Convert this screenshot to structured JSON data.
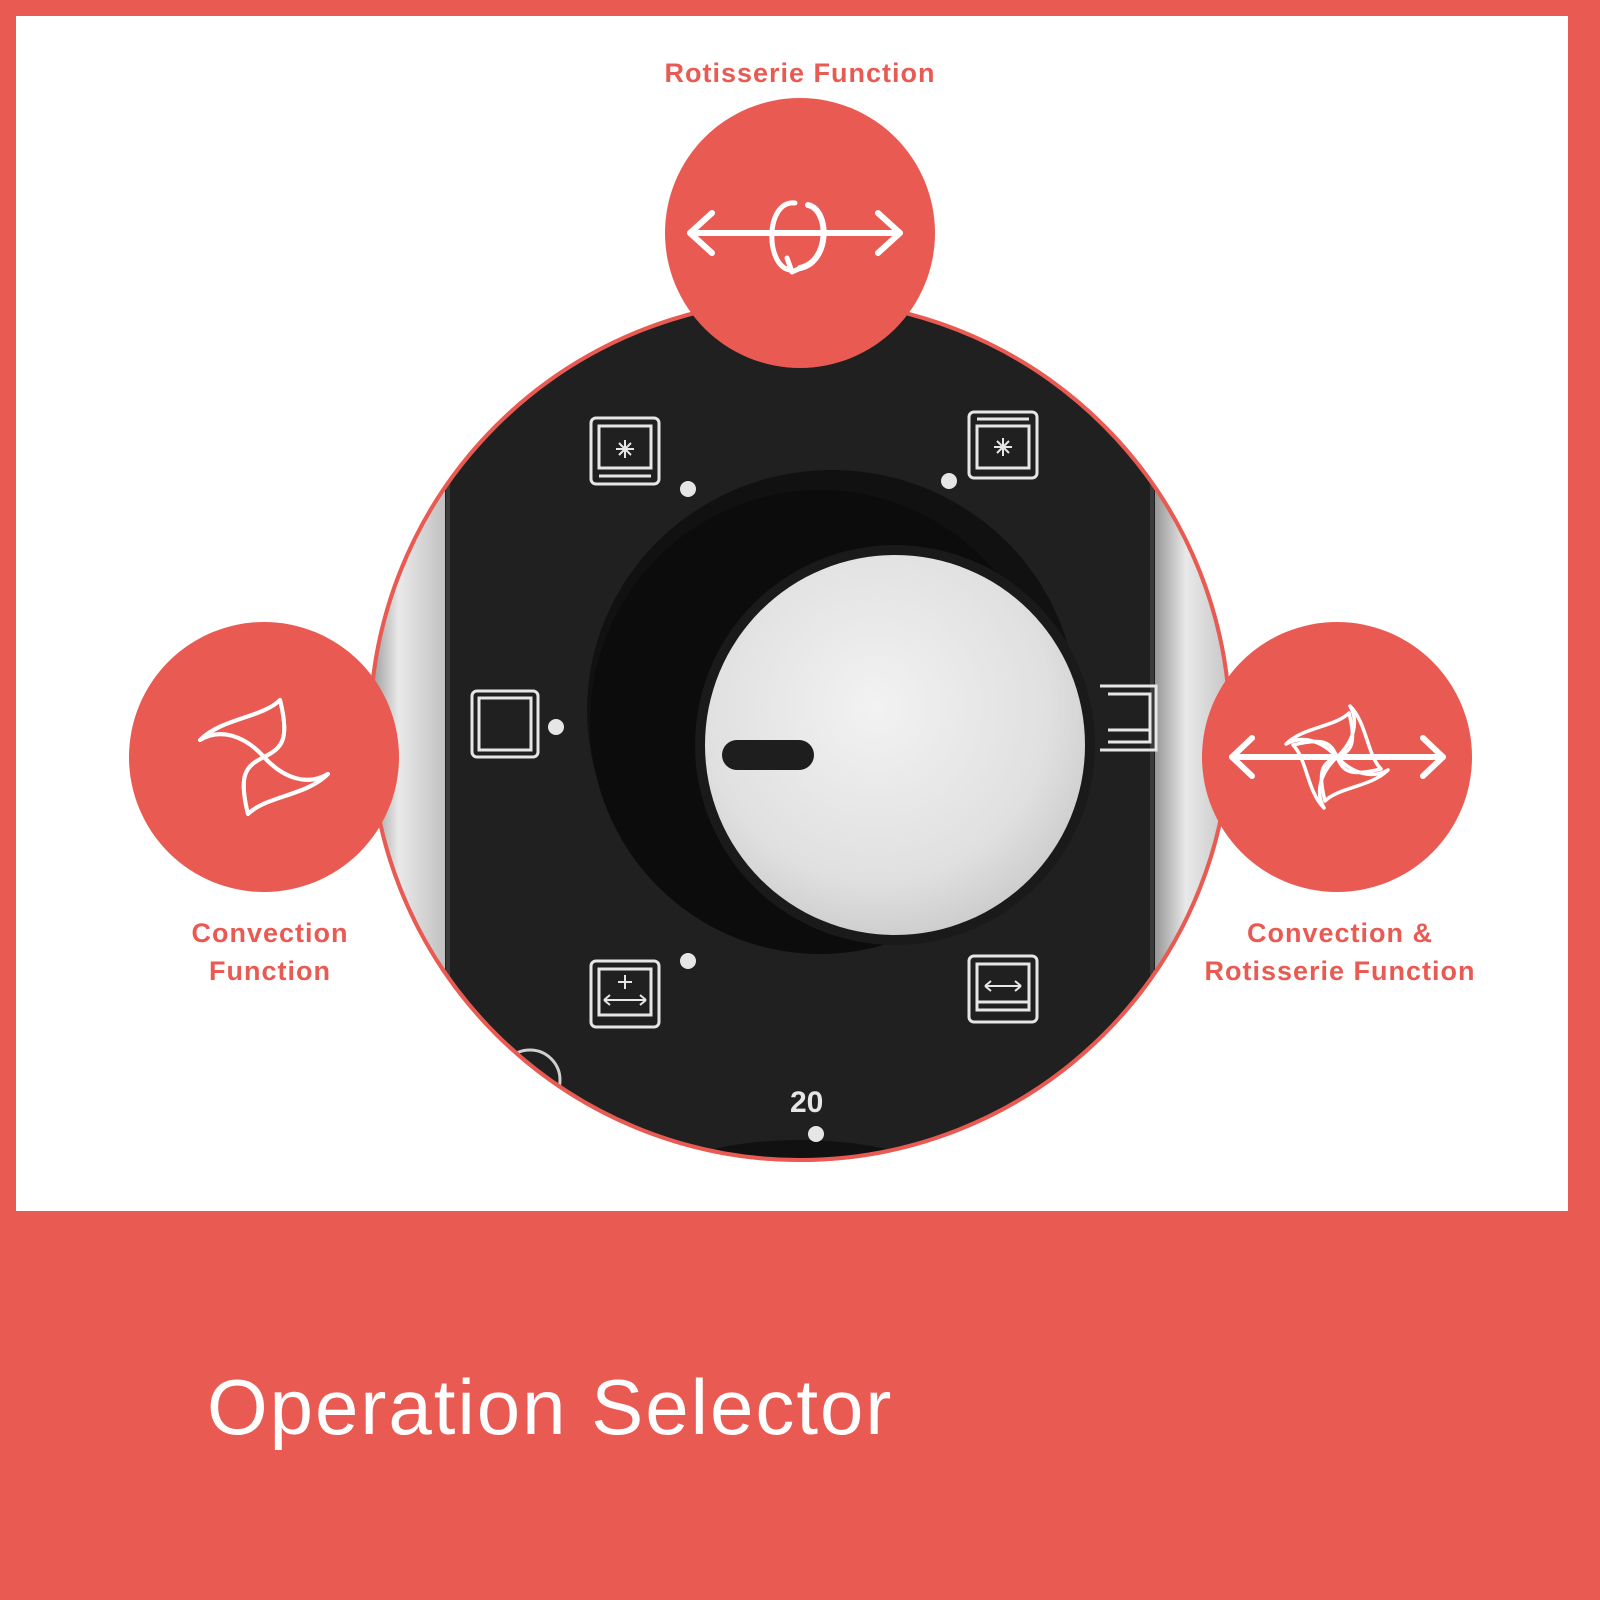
{
  "colors": {
    "accent": "#e95b52",
    "panel": "#ffffff",
    "dial_body": "#1c1c1c",
    "knob_face": "#e4e4e4"
  },
  "functions": {
    "rotisserie": {
      "label": "Rotisserie Function",
      "icon": "rotisserie-icon"
    },
    "convection": {
      "label_line1": "Convection",
      "label_line2": "Function",
      "icon": "convection-fan-icon"
    },
    "convection_rotisserie": {
      "label_line1": "Convection &",
      "label_line2": "Rotisserie Function",
      "icon": "convection-rotisserie-icon"
    }
  },
  "dial": {
    "timer_mark": "20"
  },
  "footer": {
    "title": "Operation Selector"
  }
}
